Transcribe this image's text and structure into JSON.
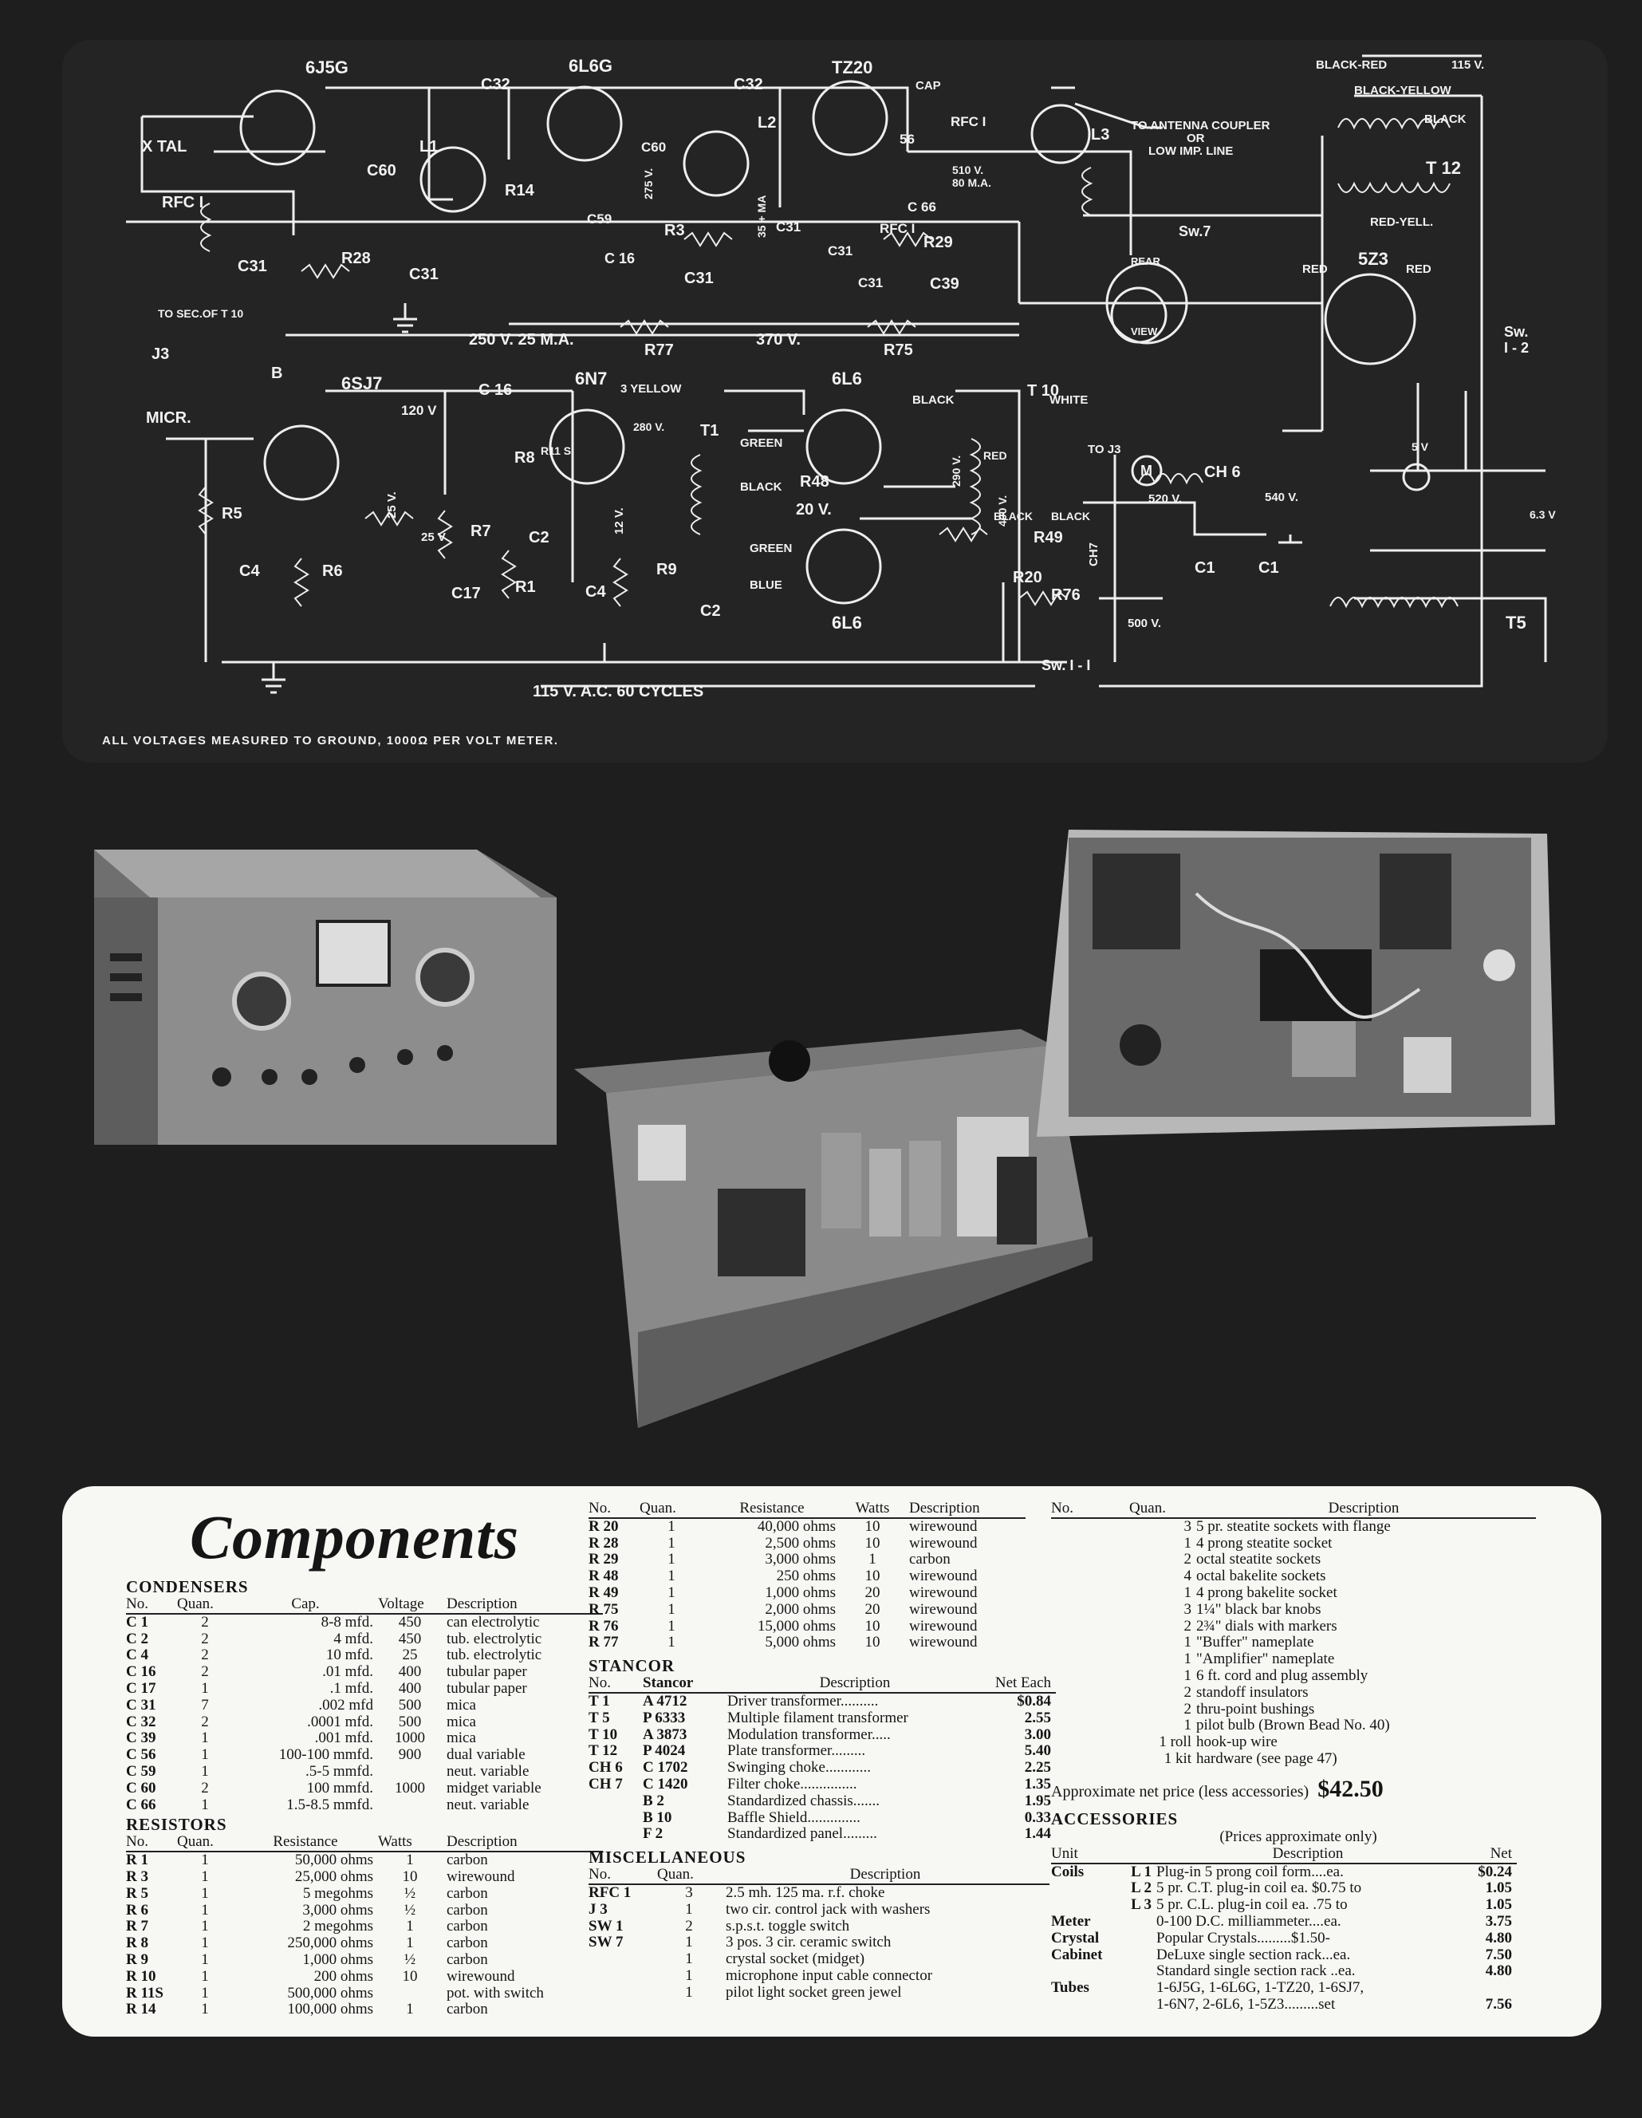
{
  "schematic": {
    "labels": {
      "tube1": "6J5G",
      "tube2": "6L6G",
      "tube3": "TZ20",
      "tube4": "6SJ7",
      "tube5": "6N7",
      "tube6": "6L6",
      "tube7": "6L6",
      "tube8": "5Z3",
      "xtal": "X TAL",
      "rfc1a": "RFC I",
      "rfc1b": "RFC I",
      "rfc1c": "RFC I",
      "l1": "L1",
      "l2": "L2",
      "l3": "L3",
      "c32a": "C32",
      "c32b": "C32",
      "c60a": "C60",
      "c60b": "C60",
      "cap": "CAP",
      "c56": "56",
      "c31a": "C31",
      "c31b": "C31",
      "c31c": "C31",
      "c31d": "C31",
      "c31e": "C31",
      "c31f": "C31",
      "r28": "R28",
      "r14": "R14",
      "c16a": "C 16",
      "r3": "R3",
      "c59": "C59",
      "c66": "C 66",
      "r29": "R29",
      "c39": "C39",
      "ma": "35 + MA",
      "v275": "275 V.",
      "rfcspec": "510 V.",
      "rfcspec2": "80 M.A.",
      "antenna1": "TO ANTENNA COUPLER",
      "antenna2": "OR",
      "antenna3": "LOW IMP. LINE",
      "bred": "BLACK-RED",
      "v115": "115 V.",
      "byellow": "BLACK-YELLOW",
      "black": "BLACK",
      "t12": "T 12",
      "redyell": "RED-YELL.",
      "red1": "RED",
      "red2": "RED",
      "sw7": "Sw.7",
      "rear": "REAR",
      "view": "VIEW",
      "sw12a": "Sw.",
      "sw12b": "I - 2",
      "tosec": "TO SEC.OF T 10",
      "j3": "J3",
      "b": "B",
      "bus250": "250 V.   25 M.A.",
      "r77": "R77",
      "bus370": "370 V.",
      "r75": "R75",
      "micr": "MICR.",
      "v120": "120 V",
      "c16b": "C 16",
      "yellow3": "3 YELLOW",
      "v280": "280 V.",
      "t1": "T1",
      "green1": "GREEN",
      "black2": "BLACK",
      "r48": "R48",
      "v20": "20 V.",
      "green2": "GREEN",
      "blue": "BLUE",
      "t10": "T 10",
      "black3": "BLACK",
      "white": "WHITE",
      "toj3": "TO J3",
      "red3": "RED",
      "v400": "400 V.",
      "black4": "BLACK",
      "black5": "BLACK",
      "r49": "R49",
      "r20": "R20",
      "r76": "R76",
      "v290": "290 V.",
      "r5": "R5",
      "c4a": "C4",
      "r6": "R6",
      "v25a": "25 V.",
      "v25b": "25 V",
      "r7": "R7",
      "c17": "C17",
      "r8": "R8",
      "r11": "R11 S",
      "c2a": "C2",
      "r1": "R1",
      "v12": "12 V.",
      "c4b": "C4",
      "r9": "R9",
      "c2b": "C2",
      "ch7": "CH7",
      "v520": "520 V.",
      "ch6": "CH 6",
      "v540": "540 V.",
      "c1a": "C1",
      "c1b": "C1",
      "v500": "500 V.",
      "v5": "5 V",
      "v63": "6.3 V",
      "t5": "T5",
      "m": "M",
      "ac": "115 V. A.C.   60 CYCLES",
      "sw11": "Sw. I - I",
      "footnote": "ALL VOLTAGES MEASURED TO GROUND, 1000Ω PER VOLT METER."
    }
  },
  "components": {
    "title": "Components",
    "condensers": {
      "heading": "CONDENSERS",
      "columns": [
        "No.",
        "Quan.",
        "Cap.",
        "Voltage",
        "Description"
      ],
      "rows": [
        [
          "C 1",
          "2",
          "8-8 mfd.",
          "450",
          "can electrolytic"
        ],
        [
          "C 2",
          "2",
          "4 mfd.",
          "450",
          "tub. electrolytic"
        ],
        [
          "C 4",
          "2",
          "10 mfd.",
          "25",
          "tub. electrolytic"
        ],
        [
          "C 16",
          "2",
          ".01 mfd.",
          "400",
          "tubular paper"
        ],
        [
          "C 17",
          "1",
          ".1 mfd.",
          "400",
          "tubular paper"
        ],
        [
          "C 31",
          "7",
          ".002 mfd",
          "500",
          "mica"
        ],
        [
          "C 32",
          "2",
          ".0001 mfd.",
          "500",
          "mica"
        ],
        [
          "C 39",
          "1",
          ".001 mfd.",
          "1000",
          "mica"
        ],
        [
          "C 56",
          "1",
          "100-100 mmfd.",
          "900",
          "dual variable"
        ],
        [
          "C 59",
          "1",
          ".5-5 mmfd.",
          "",
          "neut. variable"
        ],
        [
          "C 60",
          "2",
          "100 mmfd.",
          "1000",
          "midget variable"
        ],
        [
          "C 66",
          "1",
          "1.5-8.5 mmfd.",
          "",
          "neut. variable"
        ]
      ]
    },
    "resistors": {
      "heading": "RESISTORS",
      "columns": [
        "No.",
        "Quan.",
        "Resistance",
        "Watts",
        "Description"
      ],
      "rows": [
        [
          "R 1",
          "1",
          "50,000 ohms",
          "1",
          "carbon"
        ],
        [
          "R 3",
          "1",
          "25,000 ohms",
          "10",
          "wirewound"
        ],
        [
          "R 5",
          "1",
          "5 megohms",
          "½",
          "carbon"
        ],
        [
          "R 6",
          "1",
          "3,000 ohms",
          "½",
          "carbon"
        ],
        [
          "R 7",
          "1",
          "2 megohms",
          "1",
          "carbon"
        ],
        [
          "R 8",
          "1",
          "250,000 ohms",
          "1",
          "carbon"
        ],
        [
          "R 9",
          "1",
          "1,000 ohms",
          "½",
          "carbon"
        ],
        [
          "R 10",
          "1",
          "200 ohms",
          "10",
          "wirewound"
        ],
        [
          "R 11S",
          "1",
          "500,000 ohms",
          "",
          "pot. with switch"
        ],
        [
          "R 14",
          "1",
          "100,000 ohms",
          "1",
          "carbon"
        ]
      ]
    },
    "resistors2": {
      "columns": [
        "No.",
        "Quan.",
        "Resistance",
        "Watts",
        "Description"
      ],
      "rows": [
        [
          "R 20",
          "1",
          "40,000 ohms",
          "10",
          "wirewound"
        ],
        [
          "R 28",
          "1",
          "2,500 ohms",
          "10",
          "wirewound"
        ],
        [
          "R 29",
          "1",
          "3,000 ohms",
          "1",
          "carbon"
        ],
        [
          "R 48",
          "1",
          "250 ohms",
          "10",
          "wirewound"
        ],
        [
          "R 49",
          "1",
          "1,000 ohms",
          "20",
          "wirewound"
        ],
        [
          "R 75",
          "1",
          "2,000 ohms",
          "20",
          "wirewound"
        ],
        [
          "R 76",
          "1",
          "15,000 ohms",
          "10",
          "wirewound"
        ],
        [
          "R 77",
          "1",
          "5,000 ohms",
          "10",
          "wirewound"
        ]
      ]
    },
    "stancor": {
      "heading": "STANCOR",
      "columns": [
        "No.",
        "Stancor",
        "Description",
        "Net Each"
      ],
      "rows": [
        [
          "T 1",
          "A 4712",
          "Driver transformer..........",
          "$0.84"
        ],
        [
          "T 5",
          "P 6333",
          "Multiple filament transformer",
          "2.55"
        ],
        [
          "T 10",
          "A 3873",
          "Modulation transformer.....",
          "3.00"
        ],
        [
          "T 12",
          "P 4024",
          "Plate transformer.........",
          "5.40"
        ],
        [
          "CH 6",
          "C 1702",
          "Swinging choke............",
          "2.25"
        ],
        [
          "CH 7",
          "C 1420",
          "Filter choke...............",
          "1.35"
        ],
        [
          "",
          "B 2",
          "Standardized chassis.......",
          "1.95"
        ],
        [
          "",
          "B 10",
          "Baffle Shield..............",
          "0.33"
        ],
        [
          "",
          "F 2",
          "Standardized panel.........",
          "1.44"
        ]
      ]
    },
    "misc": {
      "heading": "MISCELLANEOUS",
      "columns": [
        "No.",
        "Quan.",
        "Description"
      ],
      "rows": [
        [
          "RFC 1",
          "3",
          "2.5 mh. 125 ma. r.f. choke"
        ],
        [
          "J 3",
          "1",
          "two cir. control jack with washers"
        ],
        [
          "SW 1",
          "2",
          "s.p.s.t. toggle switch"
        ],
        [
          "SW 7",
          "1",
          "3 pos. 3 cir. ceramic switch"
        ],
        [
          "",
          "1",
          "crystal socket (midget)"
        ],
        [
          "",
          "1",
          "microphone input cable connector"
        ],
        [
          "",
          "1",
          "pilot light socket green jewel"
        ]
      ]
    },
    "misc2": {
      "columns": [
        "No.",
        "Quan.",
        "Description"
      ],
      "rows": [
        [
          "",
          "3",
          "5 pr. steatite sockets with flange"
        ],
        [
          "",
          "1",
          "4 prong steatite socket"
        ],
        [
          "",
          "2",
          "octal steatite sockets"
        ],
        [
          "",
          "4",
          "octal bakelite sockets"
        ],
        [
          "",
          "1",
          "4 prong bakelite socket"
        ],
        [
          "",
          "3",
          "1¼\" black bar knobs"
        ],
        [
          "",
          "2",
          "2¾\" dials with markers"
        ],
        [
          "",
          "1",
          "\"Buffer\" nameplate"
        ],
        [
          "",
          "1",
          "\"Amplifier\" nameplate"
        ],
        [
          "",
          "1",
          "6 ft. cord and plug assembly"
        ],
        [
          "",
          "2",
          "standoff insulators"
        ],
        [
          "",
          "2",
          "thru-point bushings"
        ],
        [
          "",
          "1",
          "pilot bulb (Brown Bead No. 40)"
        ],
        [
          "",
          "1 roll",
          "hook-up wire"
        ],
        [
          "",
          "1 kit",
          "hardware (see page 47)"
        ]
      ]
    },
    "price": {
      "label": "Approximate net price (less accessories)",
      "value": "$42.50"
    },
    "accessories": {
      "heading": "ACCESSORIES",
      "subheading": "(Prices approximate only)",
      "columns": [
        "Unit",
        "",
        "Description",
        "Net"
      ],
      "rows": [
        [
          "Coils",
          "L 1",
          "Plug-in 5 prong coil form....ea.",
          "$0.24"
        ],
        [
          "",
          "L 2",
          "5 pr. C.T. plug-in coil ea. $0.75 to",
          "1.05"
        ],
        [
          "",
          "L 3",
          "5 pr. C.L. plug-in coil ea.   .75 to",
          "1.05"
        ],
        [
          "Meter",
          "",
          "0-100 D.C. milliammeter....ea.",
          "3.75"
        ],
        [
          "Crystal",
          "",
          "Popular Crystals.........$1.50-",
          "4.80"
        ],
        [
          "Cabinet",
          "",
          "DeLuxe single section rack...ea.",
          "7.50"
        ],
        [
          "",
          "",
          "Standard single section rack ..ea.",
          "4.80"
        ],
        [
          "Tubes",
          "",
          "1-6J5G, 1-6L6G, 1-TZ20, 1-6SJ7,",
          ""
        ],
        [
          "",
          "",
          "1-6N7, 2-6L6, 1-5Z3.........set",
          "7.56"
        ]
      ]
    }
  }
}
